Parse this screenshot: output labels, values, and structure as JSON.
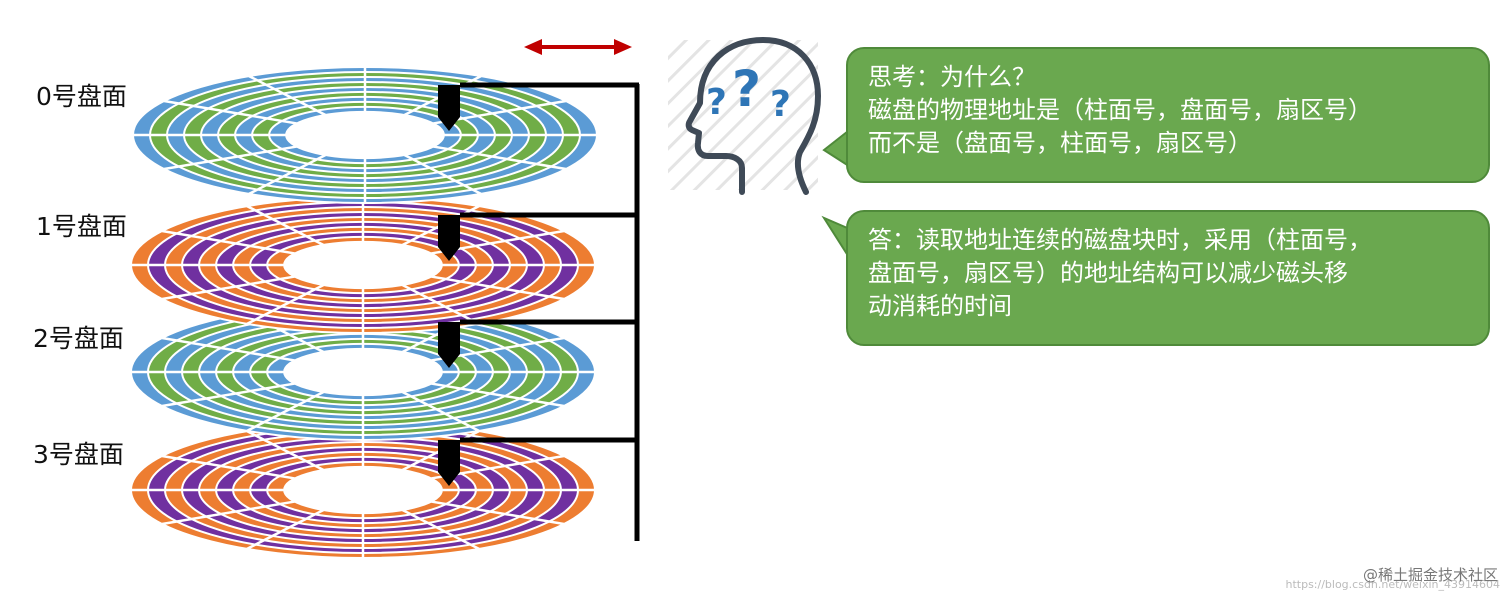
{
  "platters": [
    {
      "label": "0号盘面",
      "colors": [
        "#5b9bd5",
        "#70ad47"
      ]
    },
    {
      "label": "1号盘面",
      "colors": [
        "#ed7d31",
        "#7030a0"
      ]
    },
    {
      "label": "2号盘面",
      "colors": [
        "#5b9bd5",
        "#70ad47"
      ]
    },
    {
      "label": "3号盘面",
      "colors": [
        "#ed7d31",
        "#7030a0"
      ]
    }
  ],
  "question": {
    "lines": [
      "思考：为什么？",
      "磁盘的物理地址是（柱面号，盘面号，扇区号）",
      "而不是（盘面号，柱面号，扇区号）"
    ]
  },
  "answer": {
    "lines": [
      "答：读取地址连续的磁盘块时，采用（柱面号，",
      "盘面号，扇区号）的地址结构可以减少磁头移",
      "动消耗的时间"
    ]
  },
  "colors": {
    "bubble_fill": "#6aa84f",
    "arrow": "#c00000",
    "arm": "#000000",
    "head_icon": "#3f4a57",
    "question_marks": "#2e75b6"
  },
  "icons": {
    "thinker": "head-with-question-marks-icon",
    "seek_arrow": "double-headed-arrow-icon"
  },
  "watermark": {
    "text": "@稀土掘金技术社区",
    "url": "https://blog.csdn.net/weixin_43914604"
  }
}
